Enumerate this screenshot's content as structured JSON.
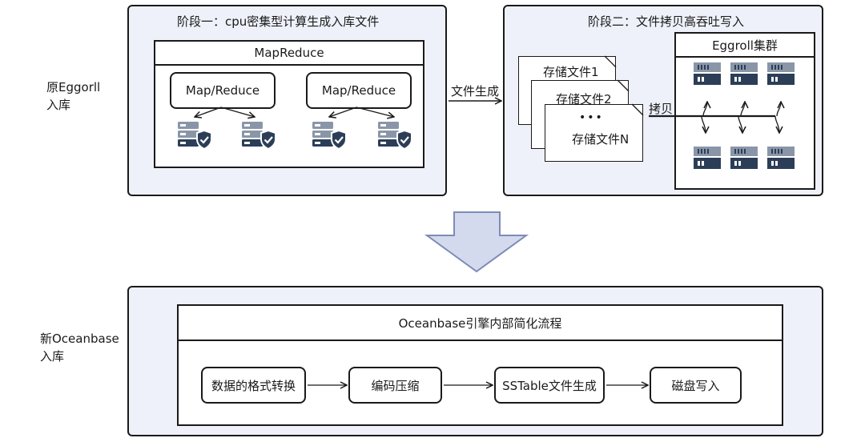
{
  "side_labels": {
    "old": {
      "line1": "原Eggorll",
      "line2": "入库"
    },
    "new": {
      "line1": "新Oceanbase",
      "line2": "入库"
    }
  },
  "stage1": {
    "title": "阶段一：cpu密集型计算生成入库文件",
    "framework": "MapReduce",
    "task_left": "Map/Reduce",
    "task_right": "Map/Reduce"
  },
  "transfer_label": "文件生成",
  "stage2": {
    "title": "阶段二：文件拷贝高吞吐写入",
    "files": [
      "存储文件1",
      "存储文件2",
      "存储文件N"
    ],
    "ellipsis": "•••",
    "copy_label": "拷贝",
    "cluster": "Eggroll集群"
  },
  "stage3": {
    "engine_title": "Oceanbase引擎内部简化流程",
    "steps": [
      "数据的格式转换",
      "编码压缩",
      "SSTable文件生成",
      "磁盘写入"
    ]
  },
  "colors": {
    "panel_bg": "#eef1f9",
    "big_arrow_fill": "#d4daee",
    "server_dark": "#2c3e57",
    "server_light": "#8a96a8"
  }
}
